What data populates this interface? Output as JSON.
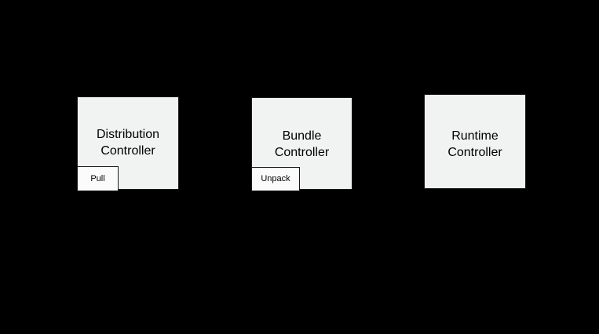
{
  "diagram": {
    "background_color": "#000000",
    "node_fill_color": "#f1f2f2",
    "node_border_color": "#1a1a1a",
    "subnode_fill_color": "#fbfbfb",
    "text_color": "#000000",
    "nodes": [
      {
        "id": "distribution-controller",
        "title": "Distribution\nController",
        "title_line_1": "Distribution",
        "title_line_2": "Controller",
        "subnode": {
          "id": "pull",
          "label": "Pull"
        }
      },
      {
        "id": "bundle-controller",
        "title": "Bundle\nController",
        "title_line_1": "Bundle",
        "title_line_2": "Controller",
        "subnode": {
          "id": "unpack",
          "label": "Unpack"
        }
      },
      {
        "id": "runtime-controller",
        "title": "Runtime\nController",
        "title_line_1": "Runtime",
        "title_line_2": "Controller",
        "subnode": null
      }
    ]
  }
}
